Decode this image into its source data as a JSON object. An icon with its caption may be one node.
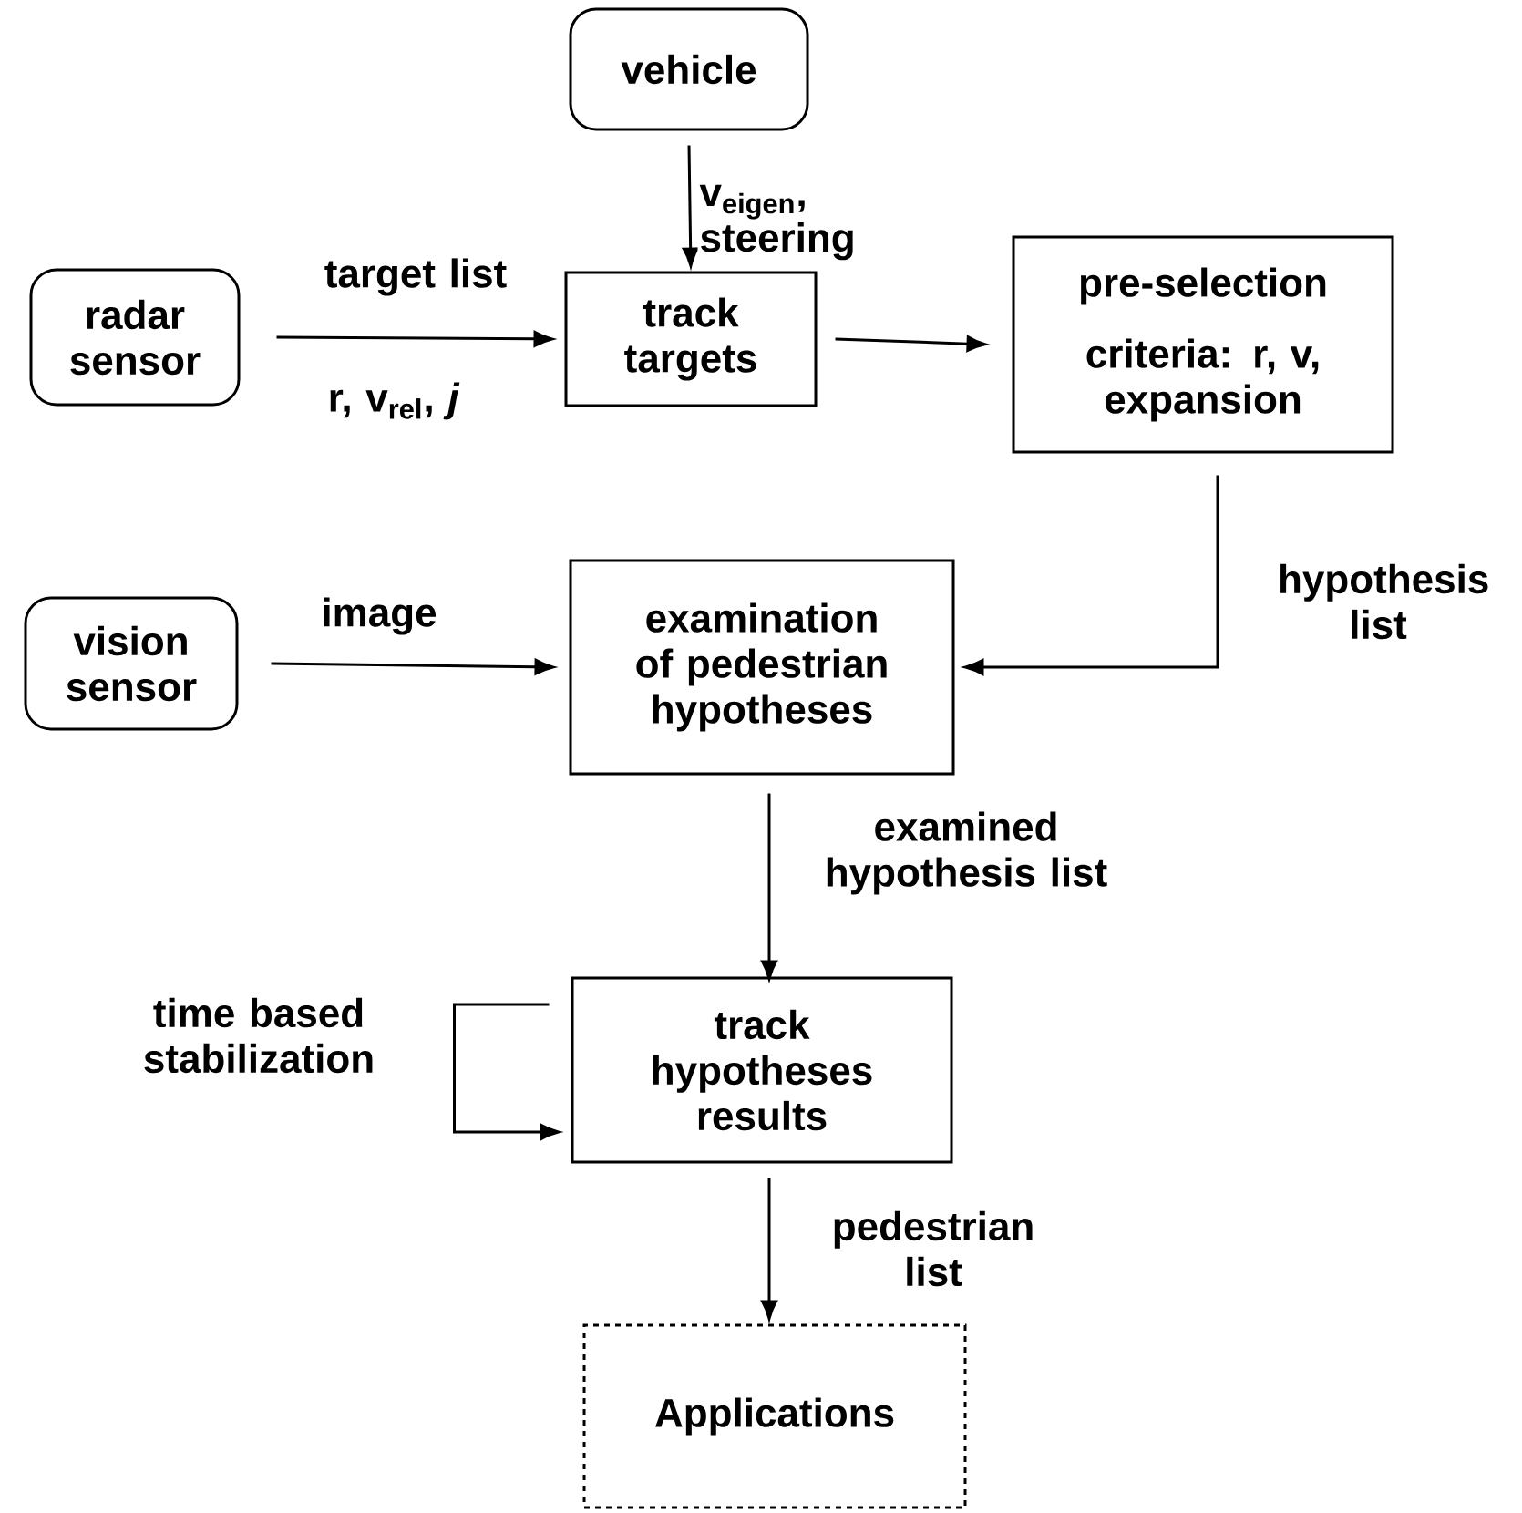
{
  "diagram": {
    "nodes": [
      {
        "text": [
          "vehicle"
        ]
      },
      {
        "text": [
          "radar sensor"
        ]
      },
      {
        "text": [
          "track targets"
        ]
      },
      {
        "text": [
          "pre-selection",
          "criteria: r, v, expansion"
        ]
      },
      {
        "text": [
          "vision sensor"
        ]
      },
      {
        "text": [
          "examination of pedestrian hypotheses"
        ]
      },
      {
        "text": [
          "track hypotheses results"
        ]
      },
      {
        "text": [
          "Applications"
        ]
      }
    ],
    "edges": [
      {
        "from": 0,
        "to": 2,
        "arrow": "to",
        "label": "v$_{eigen}$, steering"
      },
      {
        "from": 1,
        "to": 2,
        "arrow": "to",
        "label": "target list"
      },
      {
        "from": 2,
        "to": 3,
        "arrow": "to"
      },
      {
        "from": 3,
        "to": 5,
        "arrow": "to",
        "label": "hypothesis list"
      },
      {
        "from": 4,
        "to": 5,
        "arrow": "to",
        "label": "image"
      },
      {
        "from": 5,
        "to": 6,
        "arrow": "to",
        "label": "examined hypothesis list"
      },
      {
        "from": 6,
        "to": 6,
        "arrow": "to",
        "label": "time based stabilization"
      },
      {
        "from": 6,
        "to": 7,
        "arrow": "to",
        "label": "pedestrian list"
      }
    ],
    "labels": [
      "r, v$_{rel}$, *j*"
    ]
  }
}
